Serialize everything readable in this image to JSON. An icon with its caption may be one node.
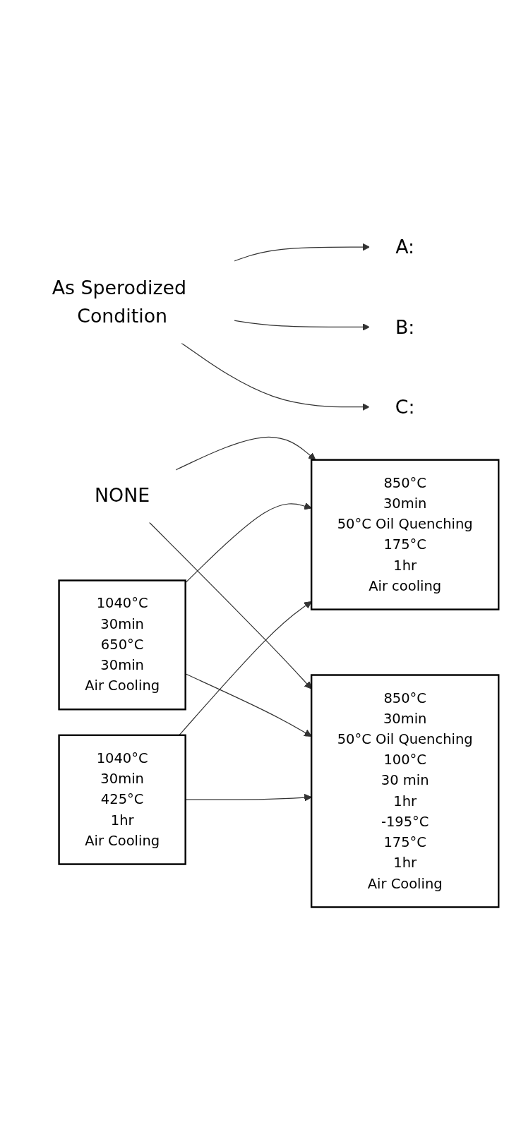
{
  "diagram": {
    "nodes": [
      {
        "text": [
          "As Sperodized Condition"
        ]
      },
      {
        "text": [
          "A:"
        ]
      },
      {
        "text": [
          "B:"
        ]
      },
      {
        "text": [
          "C:"
        ]
      },
      {
        "text": [
          "NONE"
        ]
      },
      {
        "text": [
          "1040°C",
          "30min",
          "650°C",
          "30min",
          "Air Cooling"
        ]
      },
      {
        "text": [
          "1040°C",
          "30min",
          "425°C",
          "1hr",
          "Air Cooling"
        ]
      },
      {
        "text": [
          "850°C",
          "30min",
          "50°C Oil Quenching",
          "175°C",
          "1hr",
          "Air cooling"
        ]
      },
      {
        "text": [
          "850°C",
          "30min",
          "50°C Oil Quenching",
          "100°C",
          "30 min",
          "1hr",
          "-195°C",
          "175°C",
          "1hr",
          "Air Cooling"
        ]
      }
    ],
    "edges": [
      {
        "from": 0,
        "to": 1,
        "arrow": "to"
      },
      {
        "from": 0,
        "to": 2,
        "arrow": "to"
      },
      {
        "from": 0,
        "to": 3,
        "arrow": "to"
      },
      {
        "from": 4,
        "to": 7,
        "arrow": "to"
      },
      {
        "from": 4,
        "to": 8,
        "arrow": "to"
      },
      {
        "from": 5,
        "to": 7,
        "arrow": "to"
      },
      {
        "from": 5,
        "to": 8,
        "arrow": "to"
      },
      {
        "from": 6,
        "to": 7,
        "arrow": "to"
      },
      {
        "from": 6,
        "to": 8,
        "arrow": "to"
      }
    ]
  }
}
